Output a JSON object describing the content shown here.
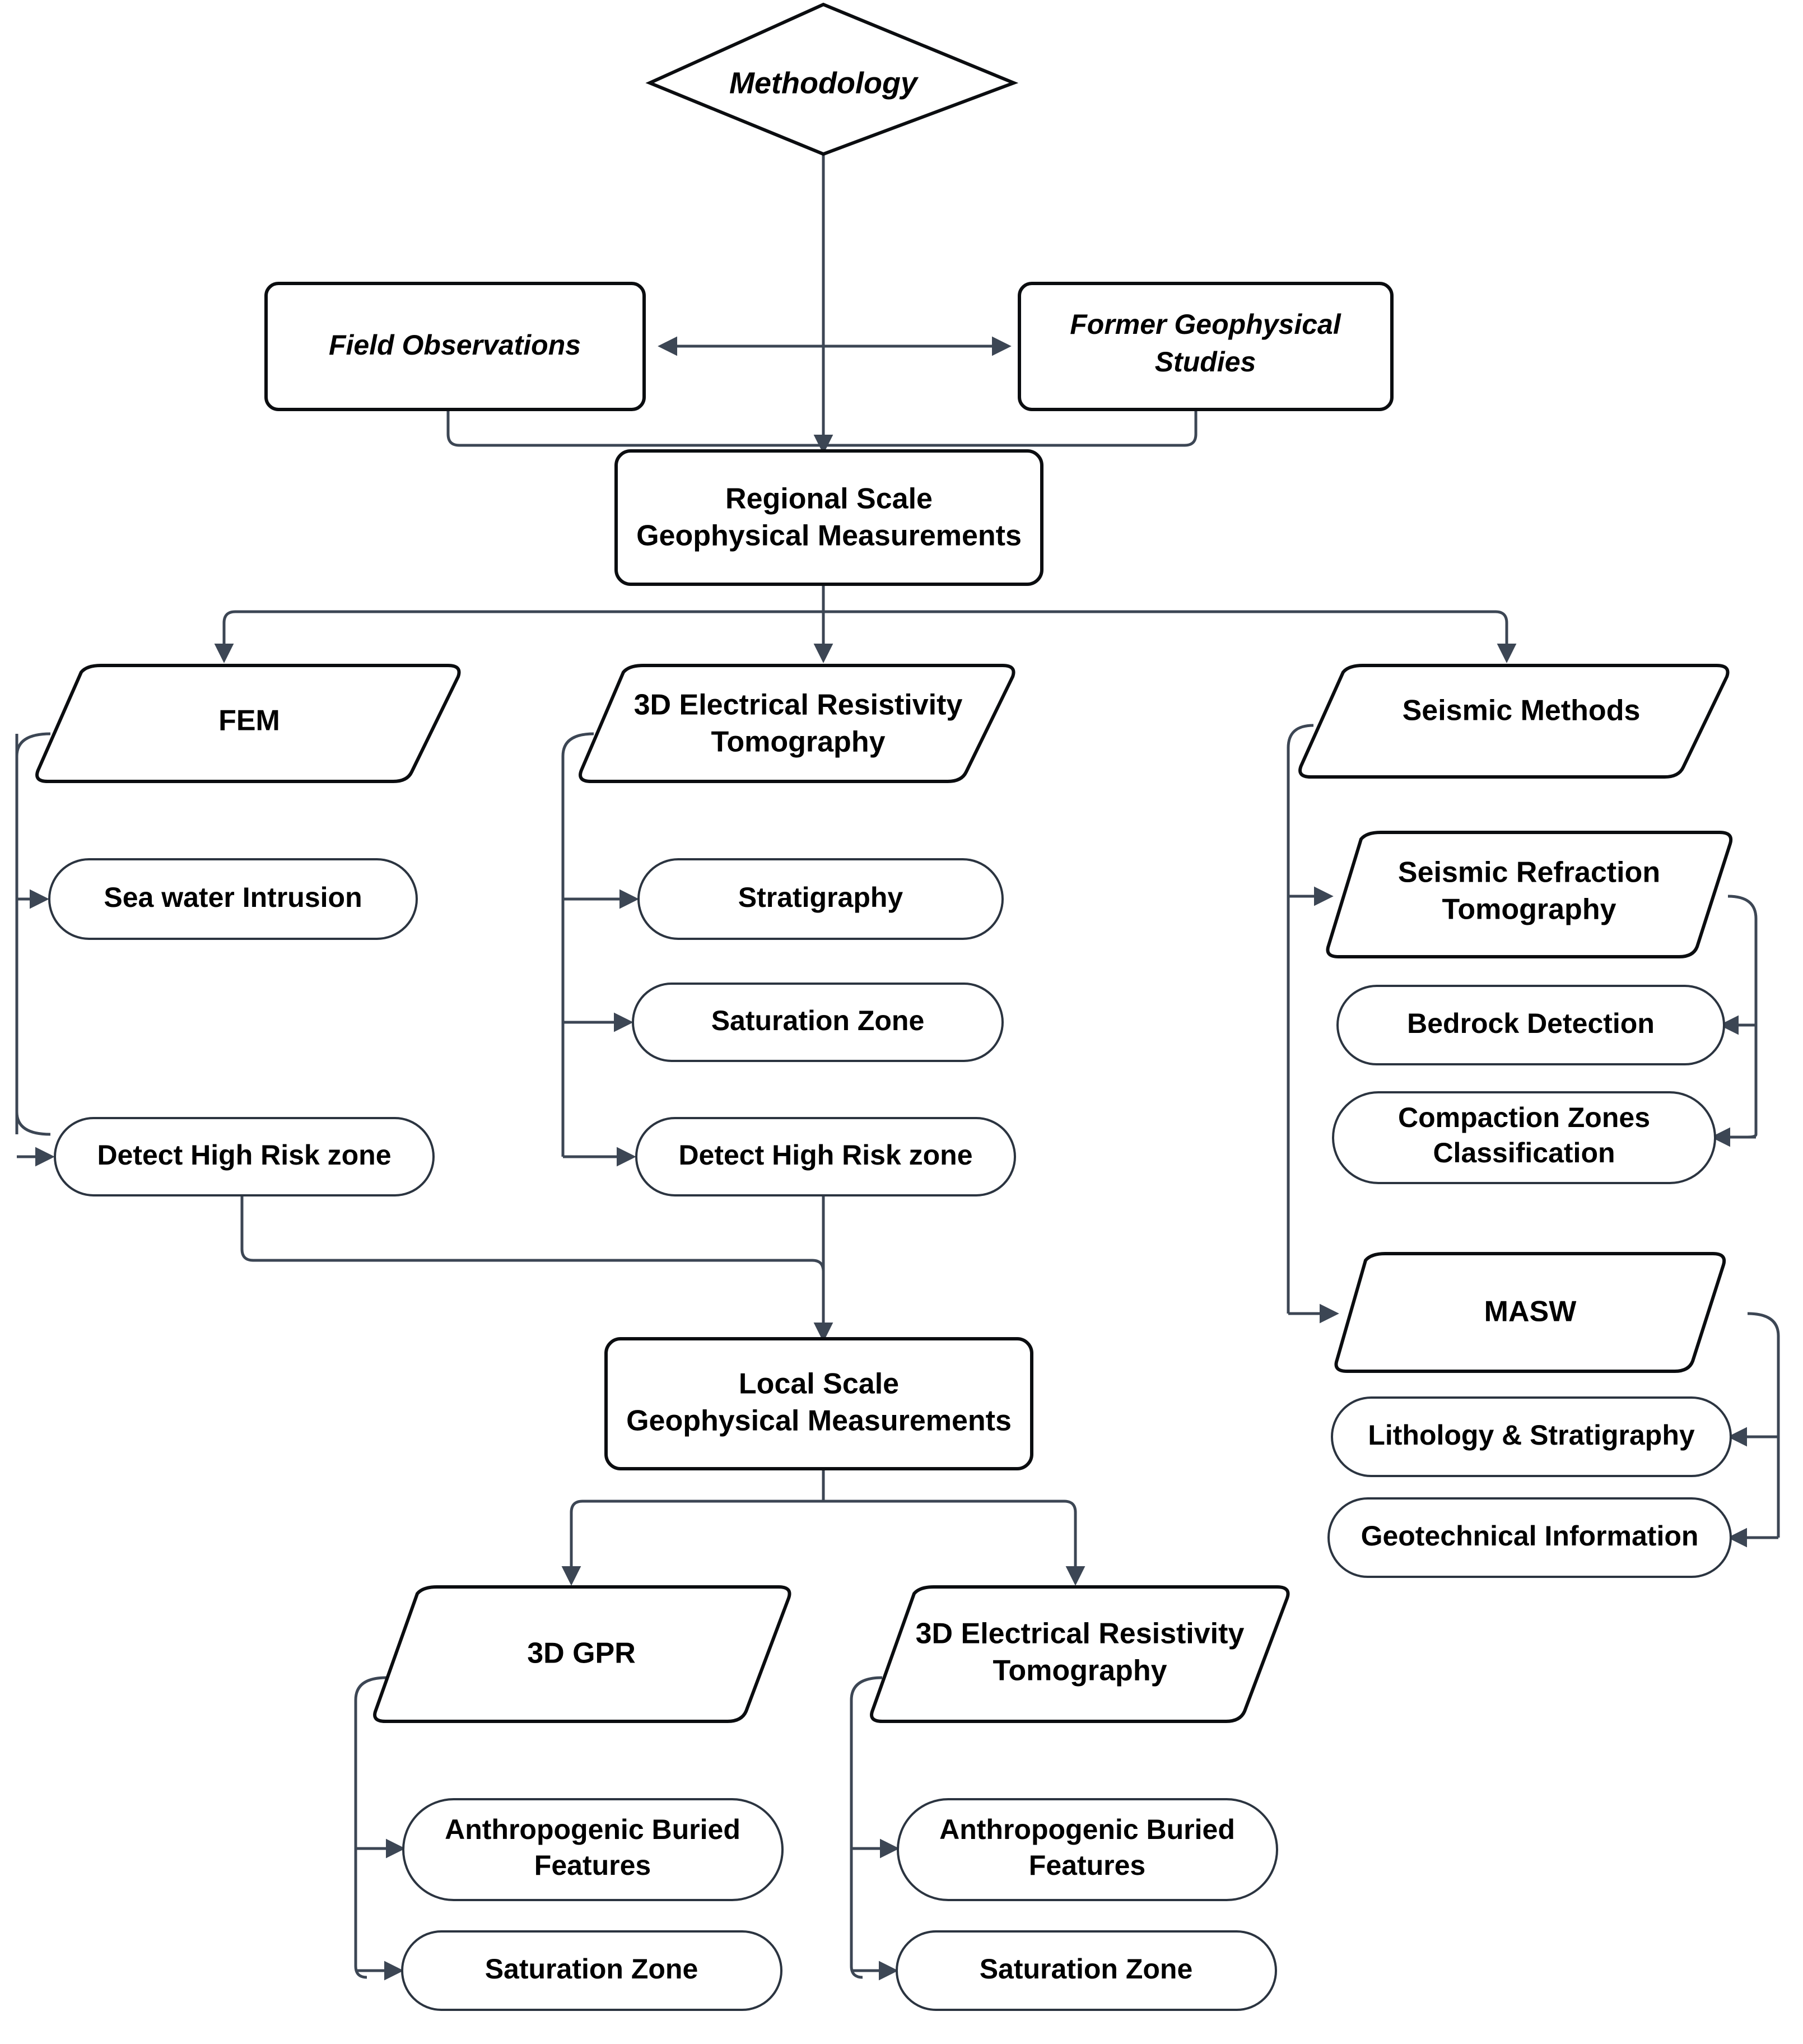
{
  "diagram": {
    "title": "Methodology",
    "type": "flowchart",
    "background_color": "#ffffff",
    "stroke_color": "#2b3440",
    "text_color": "#000000",
    "nodes": {
      "methodology": {
        "label": "Methodology",
        "shape": "diamond",
        "style": "bold-italic"
      },
      "field_observations": {
        "label": "Field Observations",
        "shape": "rounded-rect",
        "style": "bold-italic"
      },
      "former_geophysical_studies_l1": {
        "label": "Former Geophysical",
        "shape": "rounded-rect",
        "style": "bold-italic"
      },
      "former_geophysical_studies_l2": {
        "label": "Studies",
        "shape": "rounded-rect",
        "style": "bold-italic"
      },
      "regional_scale_l1": {
        "label": "Regional Scale",
        "shape": "rounded-rect",
        "style": "bold"
      },
      "regional_scale_l2": {
        "label": "Geophysical Measurements",
        "shape": "rounded-rect",
        "style": "bold"
      },
      "fem": {
        "label": "FEM",
        "shape": "parallelogram",
        "style": "bold"
      },
      "ert_regional_l1": {
        "label": "3D Electrical Resistivity",
        "shape": "parallelogram",
        "style": "bold"
      },
      "ert_regional_l2": {
        "label": "Tomography",
        "shape": "parallelogram",
        "style": "bold"
      },
      "seismic_methods": {
        "label": "Seismic Methods",
        "shape": "parallelogram",
        "style": "bold"
      },
      "sea_water_intrusion": {
        "label": "Sea water Intrusion",
        "shape": "stadium",
        "style": "bold"
      },
      "fem_high_risk": {
        "label": "Detect High Risk zone",
        "shape": "stadium",
        "style": "bold"
      },
      "stratigraphy": {
        "label": "Stratigraphy",
        "shape": "stadium",
        "style": "bold"
      },
      "saturation_zone_ert": {
        "label": "Saturation Zone",
        "shape": "stadium",
        "style": "bold"
      },
      "ert_high_risk": {
        "label": "Detect High Risk zone",
        "shape": "stadium",
        "style": "bold"
      },
      "srt_l1": {
        "label": "Seismic Refraction",
        "shape": "parallelogram",
        "style": "bold"
      },
      "srt_l2": {
        "label": "Tomography",
        "shape": "parallelogram",
        "style": "bold"
      },
      "bedrock_detection": {
        "label": "Bedrock Detection",
        "shape": "stadium",
        "style": "bold"
      },
      "compaction_zones_l1": {
        "label": "Compaction Zones",
        "shape": "stadium",
        "style": "bold"
      },
      "compaction_zones_l2": {
        "label": "Classification",
        "shape": "stadium",
        "style": "bold"
      },
      "masw": {
        "label": "MASW",
        "shape": "parallelogram",
        "style": "bold"
      },
      "lithology_stratigraphy": {
        "label": "Lithology & Stratigraphy",
        "shape": "stadium",
        "style": "bold"
      },
      "geotechnical_information": {
        "label": "Geotechnical Information",
        "shape": "stadium",
        "style": "bold"
      },
      "local_scale_l1": {
        "label": "Local Scale",
        "shape": "rounded-rect",
        "style": "bold"
      },
      "local_scale_l2": {
        "label": "Geophysical Measurements",
        "shape": "rounded-rect",
        "style": "bold"
      },
      "gpr": {
        "label": "3D GPR",
        "shape": "parallelogram",
        "style": "bold"
      },
      "ert_local_l1": {
        "label": "3D Electrical Resistivity",
        "shape": "parallelogram",
        "style": "bold"
      },
      "ert_local_l2": {
        "label": "Tomography",
        "shape": "parallelogram",
        "style": "bold"
      },
      "gpr_anthropogenic_l1": {
        "label": "Anthropogenic Buried",
        "shape": "stadium",
        "style": "bold"
      },
      "gpr_anthropogenic_l2": {
        "label": "Features",
        "shape": "stadium",
        "style": "bold"
      },
      "gpr_saturation": {
        "label": "Saturation Zone",
        "shape": "stadium",
        "style": "bold"
      },
      "ert_local_anthropogenic_l1": {
        "label": "Anthropogenic Buried",
        "shape": "stadium",
        "style": "bold"
      },
      "ert_local_anthropogenic_l2": {
        "label": "Features",
        "shape": "stadium",
        "style": "bold"
      },
      "ert_local_saturation": {
        "label": "Saturation Zone",
        "shape": "stadium",
        "style": "bold"
      }
    }
  }
}
